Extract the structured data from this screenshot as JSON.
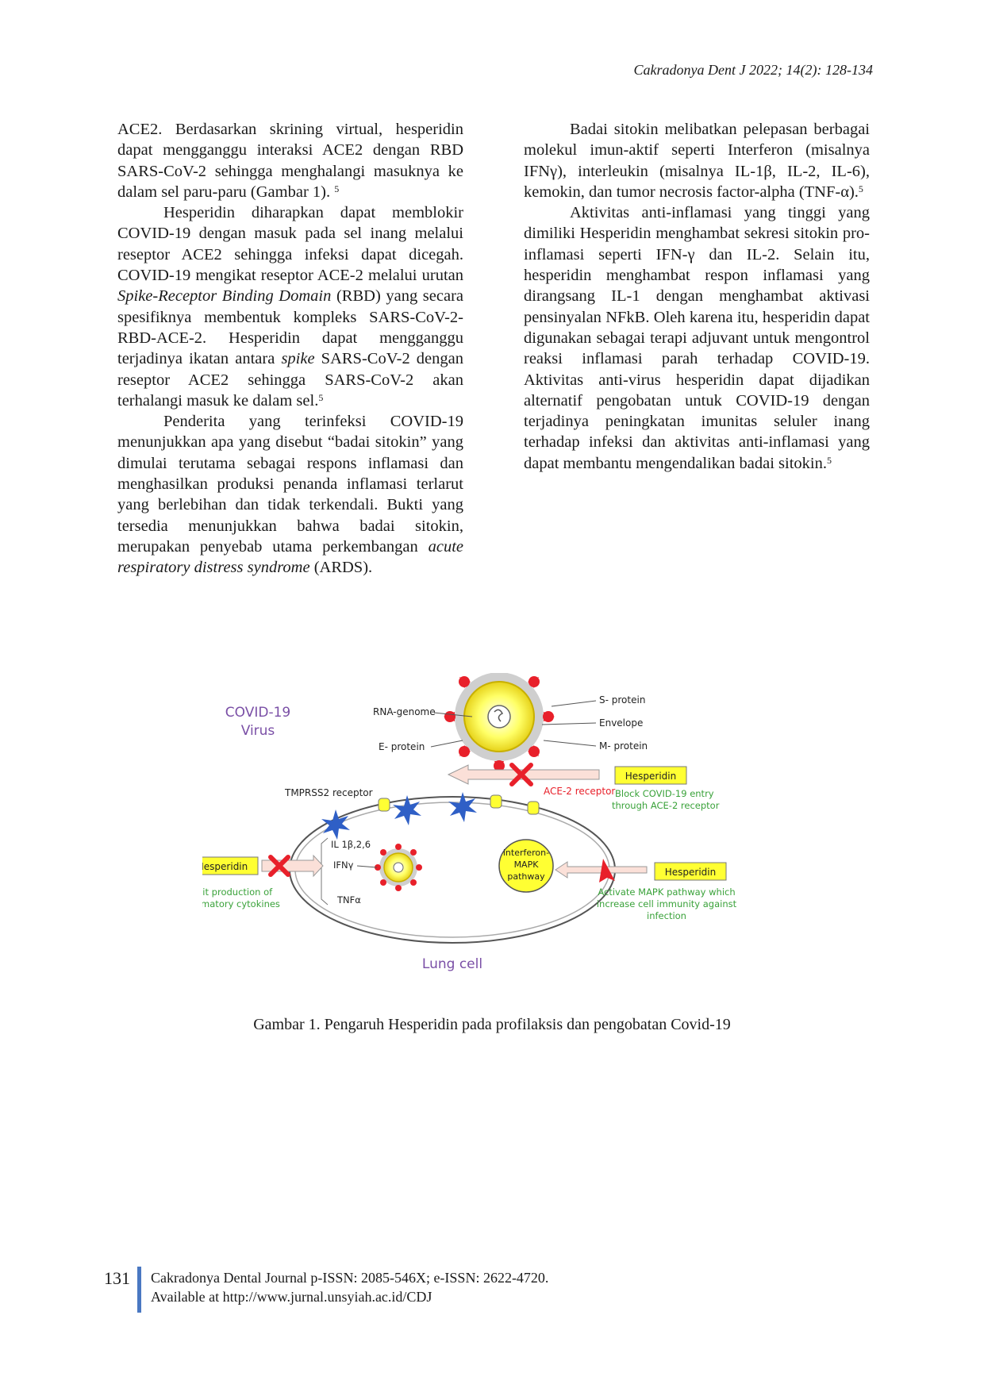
{
  "header": {
    "citation": "Cakradonya Dent J 2022; 14(2): 128-134"
  },
  "left_column": {
    "p1": {
      "text": "ACE2. Berdasarkan skrining virtual, hesperidin dapat mengganggu interaksi ACE2 dengan RBD SARS-CoV-2 sehingga menghalangi masuknya ke dalam sel paru-paru (Gambar 1). ",
      "ref": "5"
    },
    "p2": {
      "a": "Hesperidin diharapkan dapat memblokir COVID-19 dengan masuk pada sel inang melalui reseptor ACE2 sehingga infeksi dapat dicegah. COVID-19 mengikat reseptor ACE-2 melalui urutan ",
      "b_italic": "Spike-Receptor Binding Domain",
      "c": " (RBD) yang secara spesifiknya membentuk kompleks SARS-CoV-2-RBD-ACE-2. Hesperidin dapat mengganggu terjadinya ikatan antara ",
      "d_italic": "spike",
      "e": " SARS-CoV-2 dengan reseptor ACE2 sehingga SARS-CoV-2 akan terhalangi masuk ke dalam sel.",
      "ref": "5"
    },
    "p3": {
      "a": "Penderita yang terinfeksi COVID-19 menunjukkan apa yang disebut “badai sitokin” yang dimulai terutama sebagai respons inflamasi dan menghasilkan produksi penanda inflamasi terlarut yang berlebihan dan tidak terkendali. Bukti yang tersedia menunjukkan bahwa badai sitokin, merupakan penyebab utama perkembangan ",
      "b_italic": "acute respiratory distress syndrome",
      "c": " (ARDS)."
    }
  },
  "right_column": {
    "p1": {
      "text": "Badai sitokin melibatkan pelepasan berbagai molekul imun-aktif seperti Interferon (misalnya IFNγ), interleukin (misalnya IL-1β, IL-2, IL-6), kemokin, dan tumor necrosis factor-alpha (TNF-α).",
      "ref": "5"
    },
    "p2": {
      "text": "Aktivitas anti-inflamasi yang tinggi yang dimiliki Hesperidin menghambat sekresi sitokin pro-inflamasi seperti IFN-γ dan IL-2. Selain itu, hesperidin menghambat respon inflamasi yang dirangsang IL-1 dengan menghambat aktivasi pensinyalan NFkB. Oleh karena itu, hesperidin dapat digunakan sebagai terapi adjuvant untuk mengontrol reaksi inflamasi parah terhadap COVID-19. Aktivitas anti-virus hesperidin dapat dijadikan alternatif pengobatan untuk COVID-19 dengan terjadinya peningkatan imunitas seluler inang terhadap infeksi dan aktivitas anti-inflamasi yang dapat membantu mengendalikan badai sitokin.",
      "ref": "5"
    }
  },
  "figure": {
    "covid_title_1": "COVID-19",
    "covid_title_2": "Virus",
    "rna_genome": "RNA-genome",
    "e_protein": "E- protein",
    "s_protein": "S- protein",
    "envelope": "Envelope",
    "m_protein": "M- protein",
    "tmprss2": "TMPRSS2 receptor",
    "ace2_receptor": "ACE-2 receptor",
    "hesperidin_top": "Hesperidin",
    "block_1": "Block COVID-19 entry",
    "block_2": "through ACE-2 receptor",
    "il": "IL 1β,2,6",
    "ifn": "IFNγ",
    "tnf": "TNFα",
    "hesperidin_left": "Hesperidin",
    "inhibit_1": "Inhibit production of",
    "inhibit_2": "inflammatory cytokines",
    "mapk_1": "interferon-",
    "mapk_2": "MAPK",
    "mapk_3": "pathway",
    "hesperidin_right": "Hesperidin",
    "activate_1": "Activate MAPK pathway which",
    "activate_2": "increase cell immunity against",
    "activate_3": "infection",
    "lung_cell": "Lung cell",
    "colors": {
      "purple": "#7a4fa6",
      "red": "#e8202a",
      "green": "#3aa23a",
      "blue": "#2f5fc6",
      "yellow": "#ffff33"
    }
  },
  "caption": "Gambar 1. Pengaruh Hesperidin pada profilaksis dan pengobatan Covid-19",
  "footer": {
    "page_number": "131",
    "line1": "Cakradonya Dental Journal p-ISSN: 2085-546X; e-ISSN: 2622-4720.",
    "line2": "Available at http://www.jurnal.unsyiah.ac.id/CDJ"
  }
}
